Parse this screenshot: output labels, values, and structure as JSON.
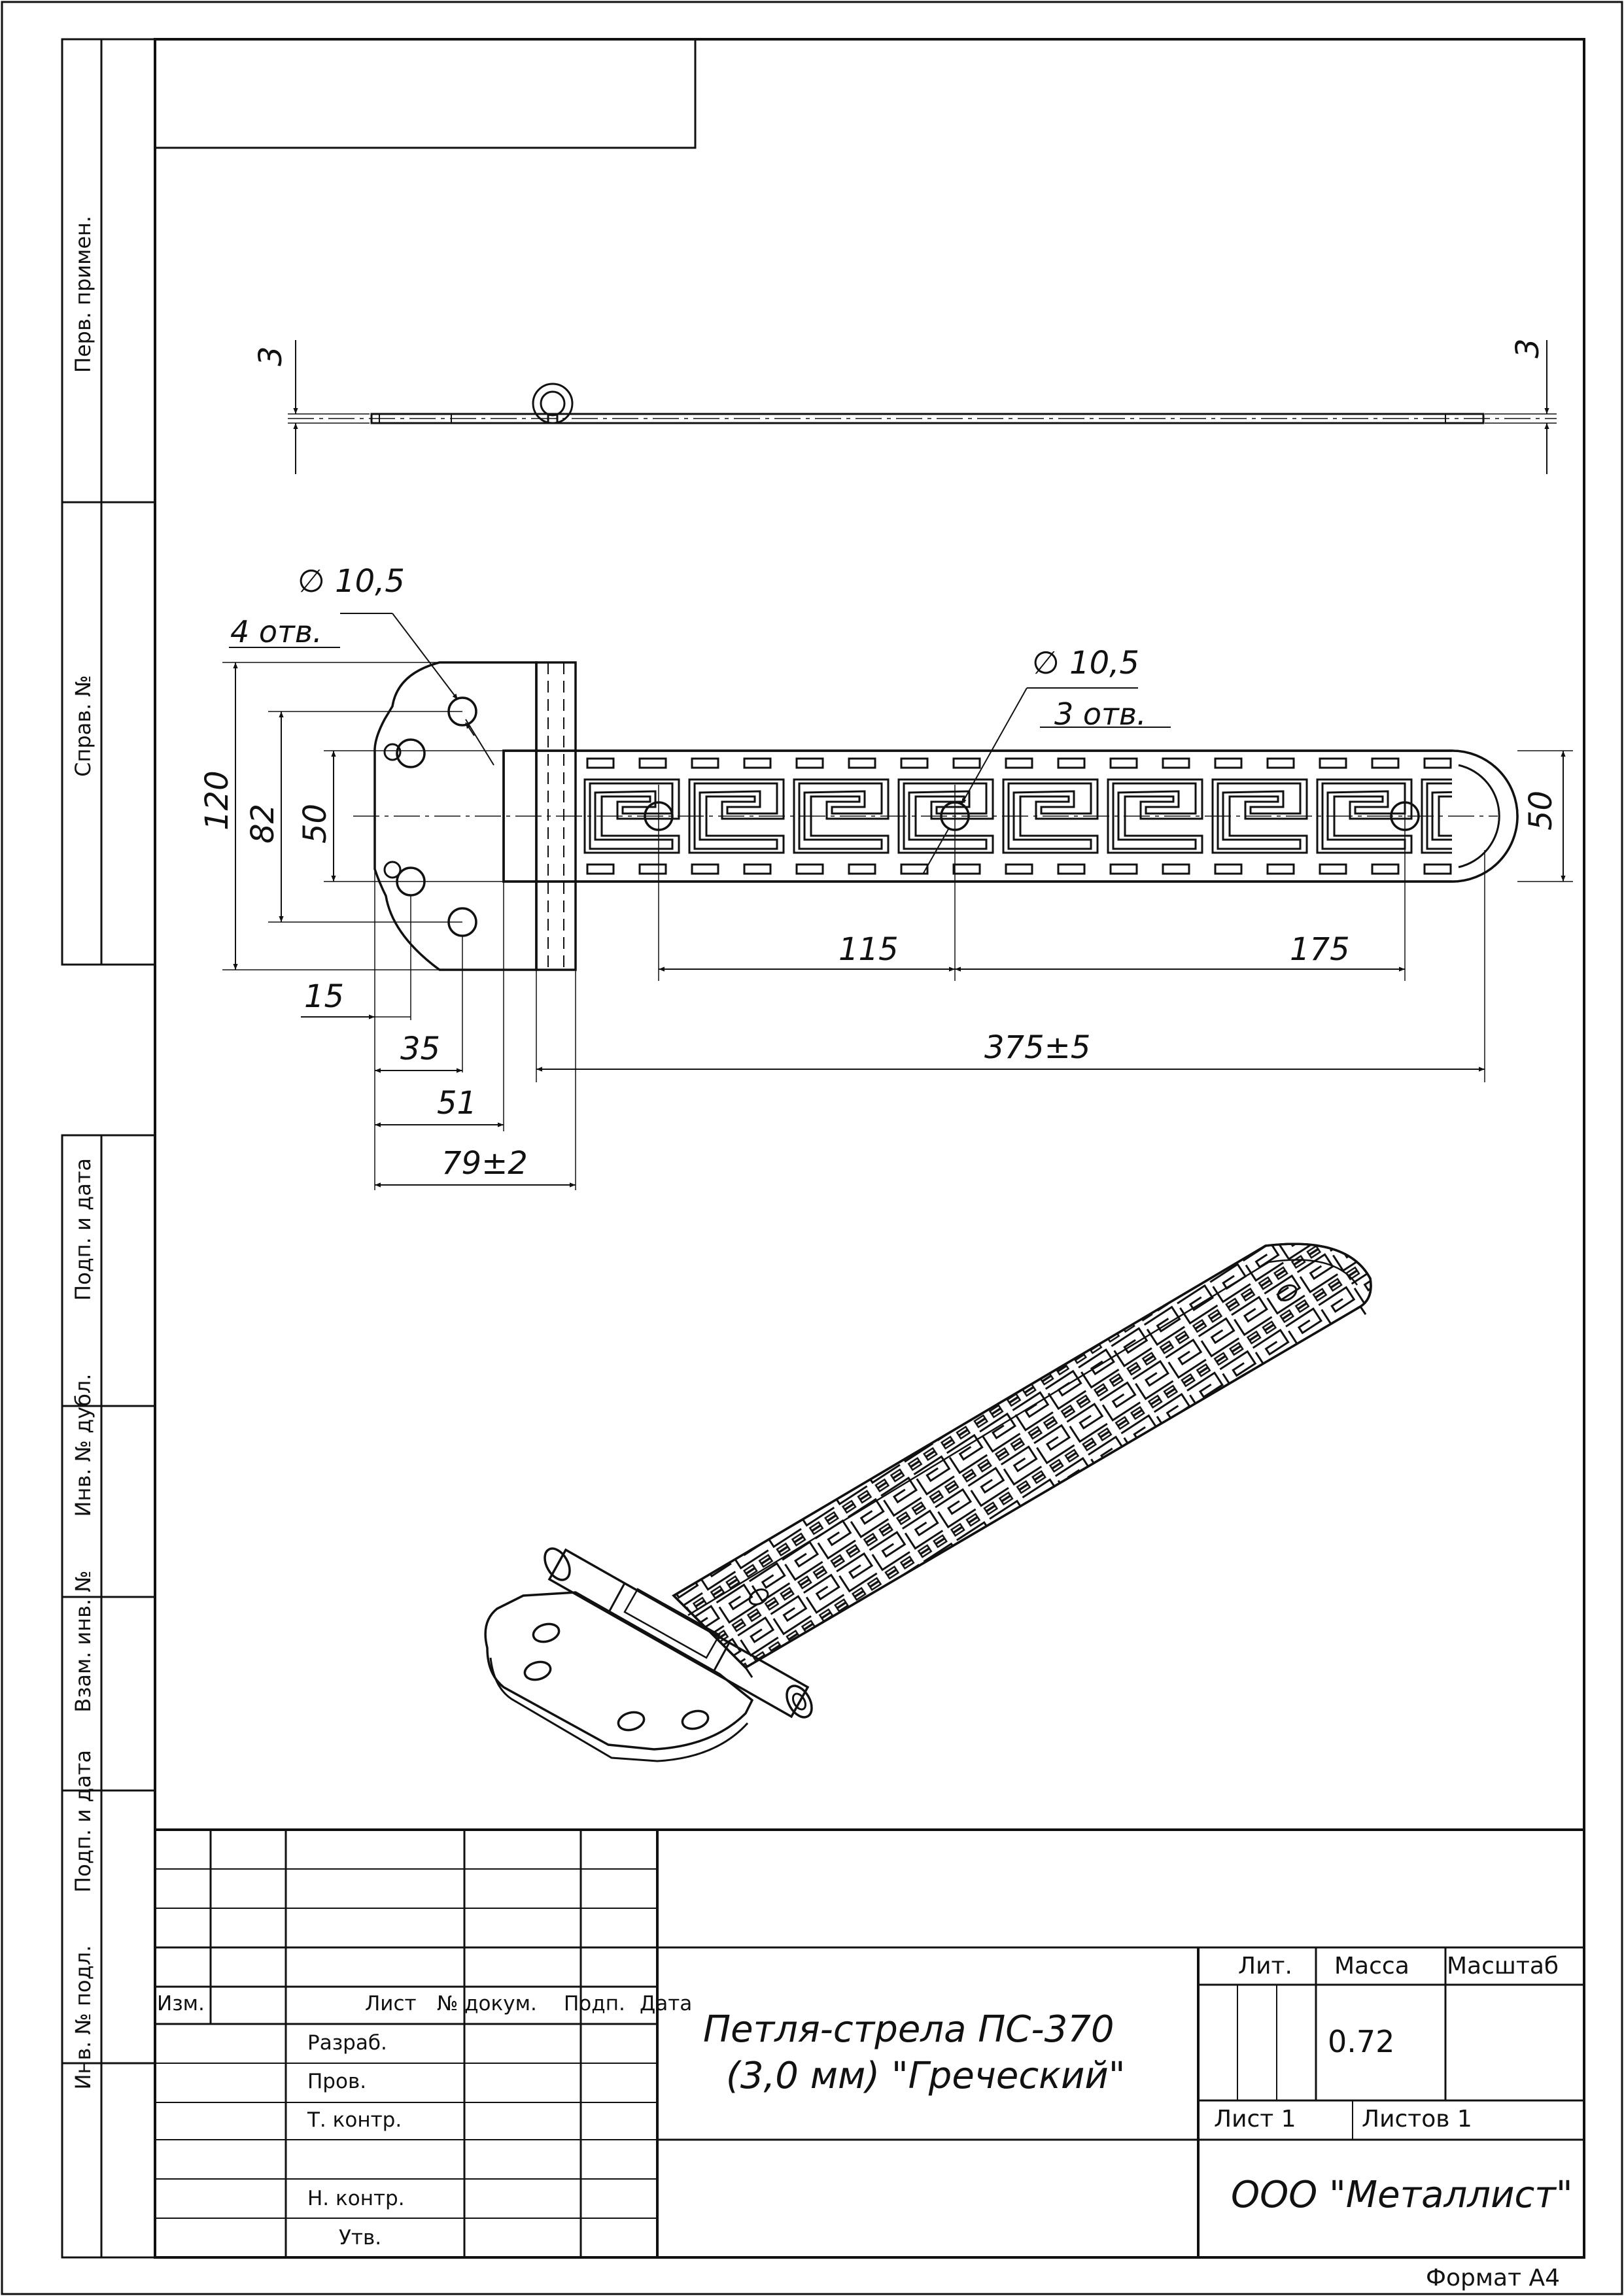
{
  "side_stamps": {
    "perv_primen": "Перв. примен.",
    "sprav_no": "Справ. №",
    "podp_data_1": "Подп. и дата",
    "inv_dubl": "Инв. № дубл.",
    "vzam_inv": "Взам. инв. №",
    "podp_data_2": "Подп. и дата",
    "inv_podl": "Инв. № подл."
  },
  "dimensions": {
    "side_thickness_left": "3",
    "side_thickness_right": "3",
    "hole_diam_a": "∅ 10,5",
    "hole_count_a": "4  отв.",
    "hole_diam_b": "∅ 10,5",
    "hole_count_b": "3  отв.",
    "height_120": "120",
    "height_82": "82",
    "height_50": "50",
    "strap_width_50": "50",
    "dim_115": "115",
    "dim_175": "175",
    "dim_15": "15",
    "dim_35": "35",
    "dim_51": "51",
    "dim_375": "375±5",
    "dim_79": "79±2"
  },
  "title_block": {
    "col_izm": "Изм.",
    "col_list": "Лист",
    "col_dokum": "№ докум.",
    "col_podp": "Подп.",
    "col_data": "Дата",
    "razrab": "Разраб.",
    "prov": "Пров.",
    "t_kontr": "Т. контр.",
    "n_kontr": "Н. контр.",
    "utv": "Утв.",
    "name_line1": "Петля-стрела ПС-370",
    "name_line2": "(3,0 мм) \"Греческий\"",
    "lit": "Лит.",
    "massa": "Масса",
    "masshtab": "Масштаб",
    "massa_value": "0.72",
    "list": "Лист 1",
    "listov": "Листов 1",
    "company": "ООО \"Металлист\""
  },
  "format": "Формат А4"
}
